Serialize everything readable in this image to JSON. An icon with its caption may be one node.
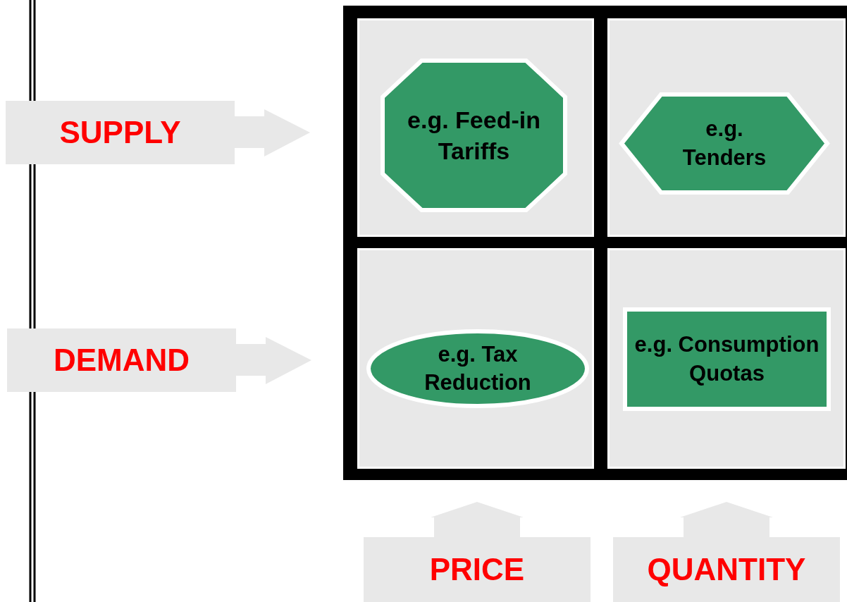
{
  "diagram": {
    "nodes": [
      {
        "text": [],
        "shape": "box"
      },
      {
        "text": [],
        "shape": "box",
        "in": 0
      },
      {
        "text": [
          "e.g. Feed-in Tariffs"
        ],
        "in": 1
      },
      {
        "text": [],
        "shape": "box",
        "in": 0
      },
      {
        "text": [
          "e.g. Tenders"
        ],
        "in": 3
      },
      {
        "text": [
          "SUPPLY"
        ]
      },
      {
        "text": [],
        "shape": "box",
        "in": 0
      },
      {
        "text": [
          "e.g. Tax Reduction"
        ],
        "in": 6
      },
      {
        "text": [],
        "shape": "box",
        "in": 0
      },
      {
        "text": [
          "e.g. Consumption Quotas"
        ],
        "in": 8
      },
      {
        "text": [
          "DEMAND"
        ]
      },
      {
        "text": [
          "PRICE"
        ]
      },
      {
        "text": [
          "QUANTITY"
        ]
      }
    ],
    "edges": []
  }
}
